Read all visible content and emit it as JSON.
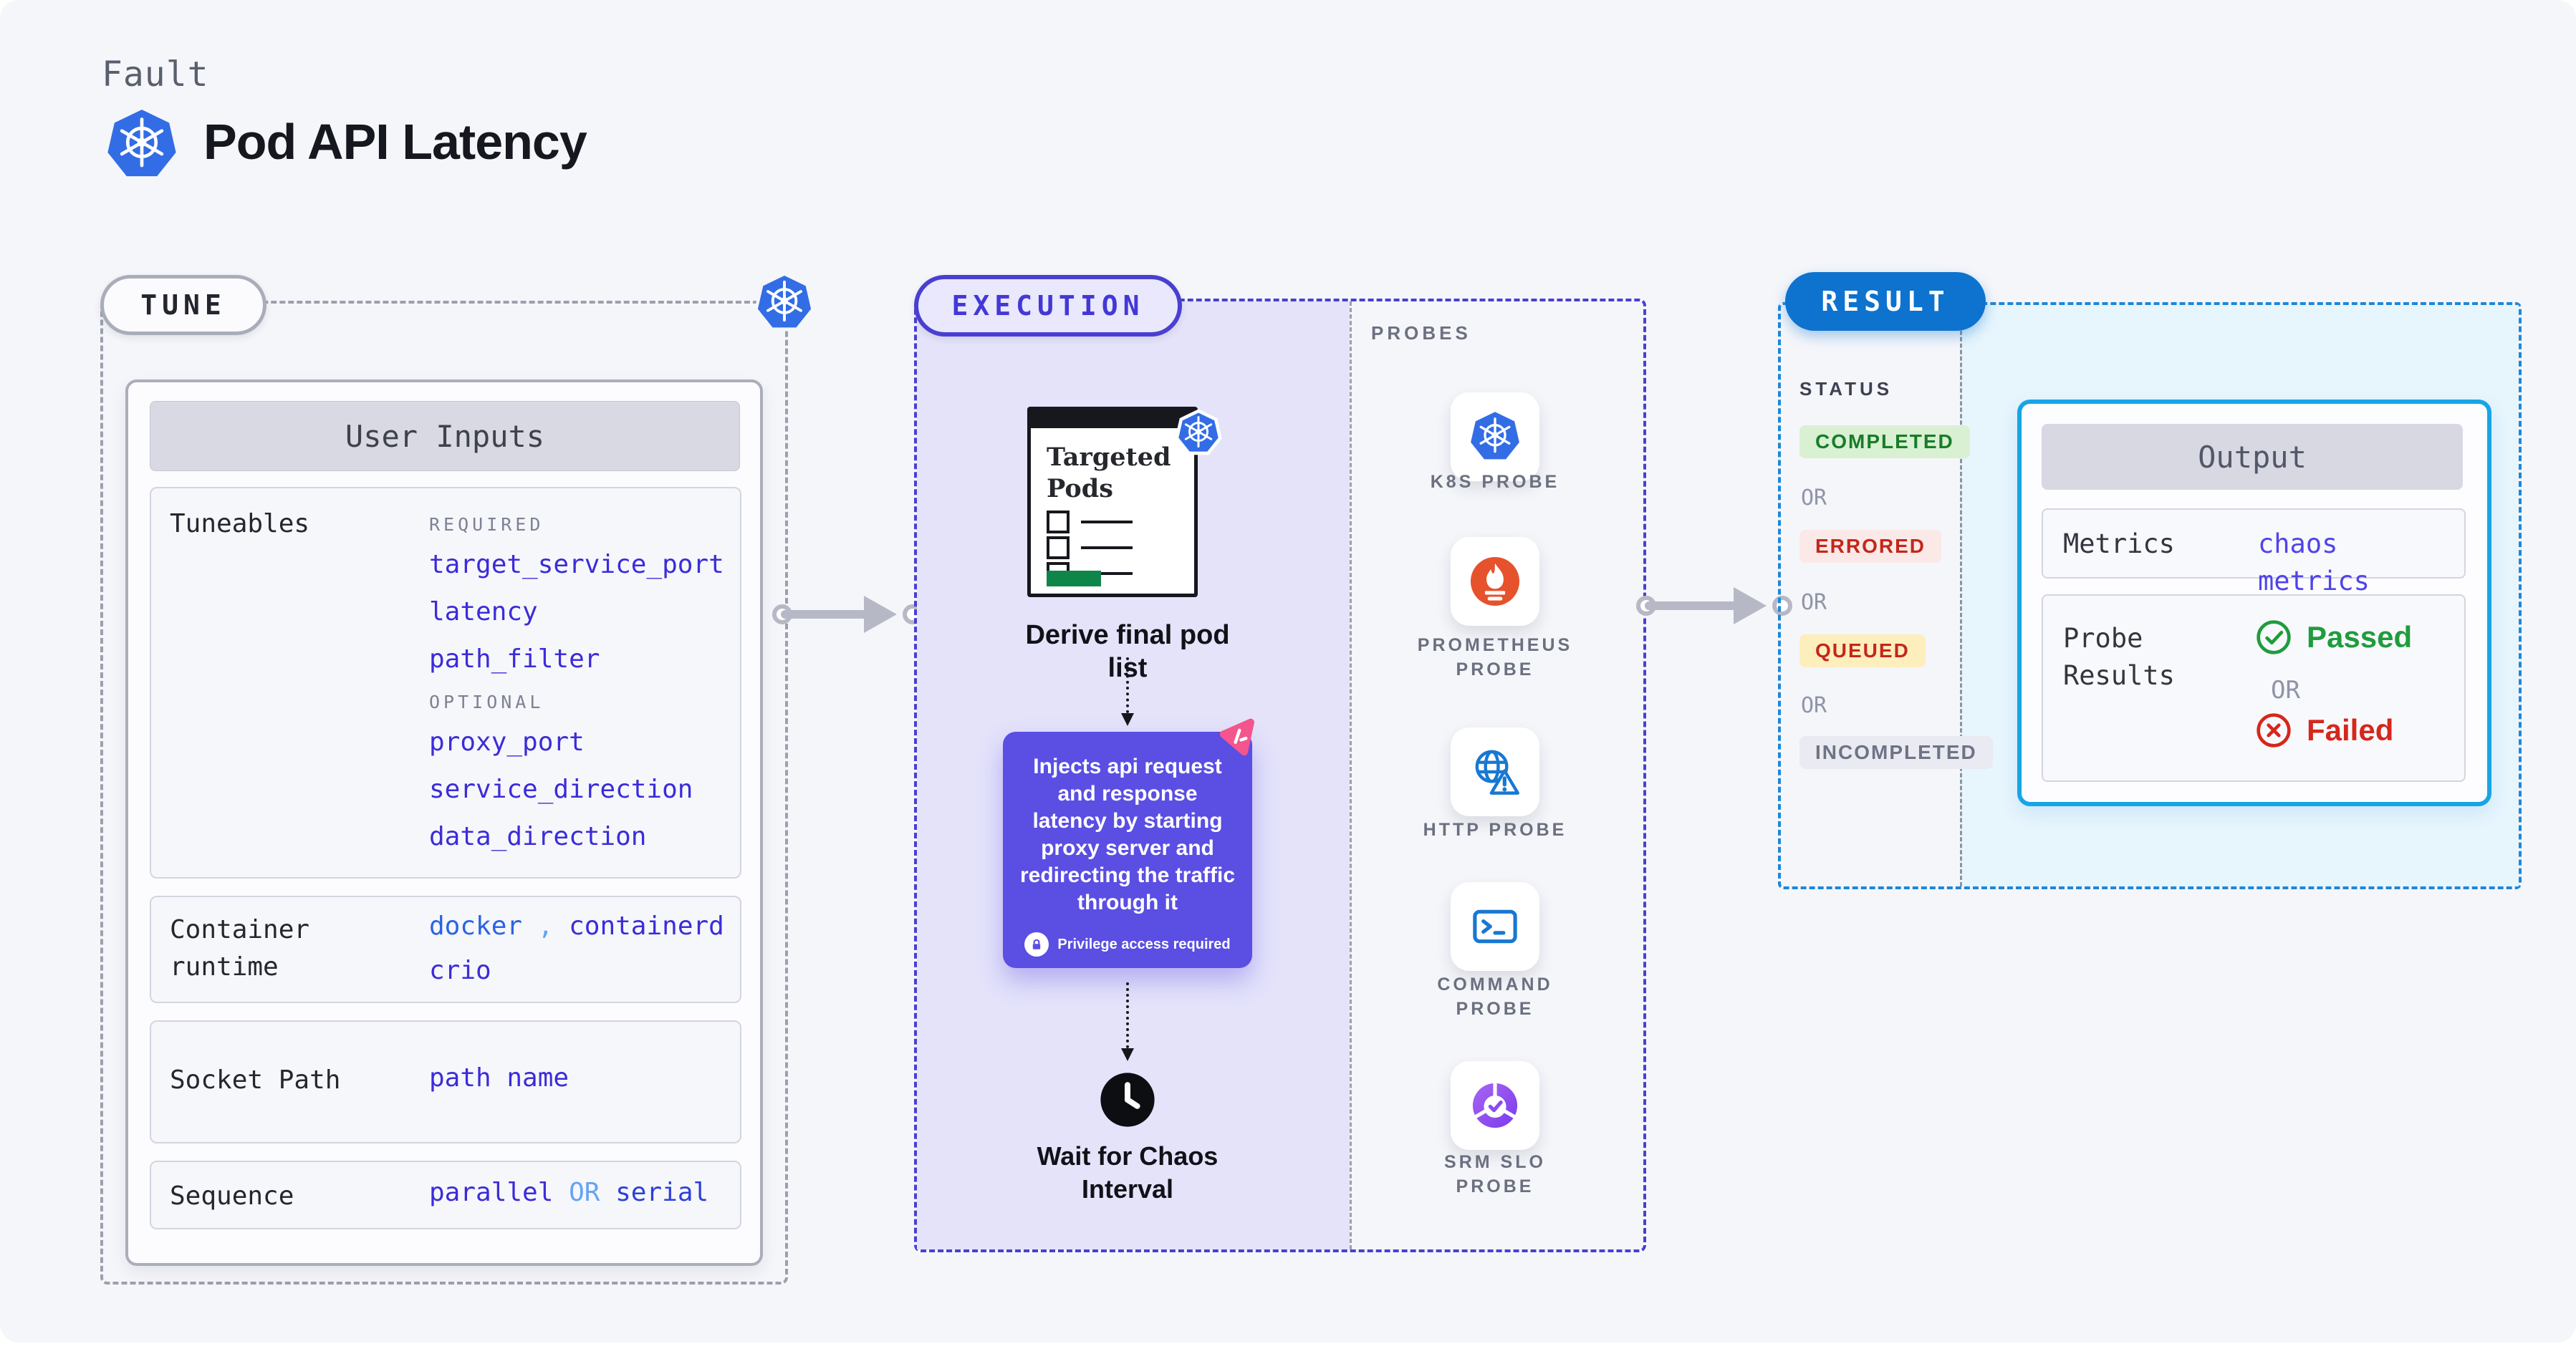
{
  "header": {
    "kicker": "Fault",
    "title": "Pod API Latency",
    "logo_icon": "kubernetes-icon"
  },
  "tune": {
    "badge": "TUNE",
    "corner_icon": "kubernetes-icon",
    "user_inputs": {
      "title": "User Inputs",
      "tuneables": {
        "label": "Tuneables",
        "required_label": "REQUIRED",
        "required": [
          "target_service_port",
          "latency",
          "path_filter"
        ],
        "optional_label": "OPTIONAL",
        "optional": [
          "proxy_port",
          "service_direction",
          "data_direction"
        ]
      },
      "container_runtime": {
        "label": "Container runtime",
        "value1": "docker",
        "separator": ",",
        "value2": "containerd",
        "value3": "crio"
      },
      "socket_path": {
        "label": "Socket Path",
        "value": "path name"
      },
      "sequence": {
        "label": "Sequence",
        "value1": "parallel",
        "or_label": "OR",
        "value2": "serial"
      }
    }
  },
  "execution": {
    "badge": "EXECUTION",
    "targeted_pods": {
      "title": "Targeted Pods",
      "badge_icon": "kubernetes-icon"
    },
    "derive_caption": "Derive final pod list",
    "inject_box": {
      "text": "Injects api request and response latency by starting proxy server and redirecting the traffic through it",
      "privilege_note": "Privilege access required",
      "lock_icon": "lock-icon",
      "corner_icon": "chaos-cursor-icon",
      "bg_color": "#5b4ee3"
    },
    "wait_icon": "clock-icon",
    "wait_caption": "Wait for Chaos Interval",
    "probes": {
      "label": "PROBES",
      "items": [
        {
          "name": "K8S PROBE",
          "icon": "kubernetes-icon"
        },
        {
          "name": "PROMETHEUS PROBE",
          "icon": "prometheus-icon"
        },
        {
          "name": "HTTP PROBE",
          "icon": "globe-warning-icon"
        },
        {
          "name": "COMMAND PROBE",
          "icon": "terminal-icon"
        },
        {
          "name": "SRM SLO PROBE",
          "icon": "slo-pie-icon"
        }
      ]
    }
  },
  "result": {
    "badge": "RESULT",
    "status": {
      "label": "STATUS",
      "or_label": "OR",
      "items": [
        {
          "label": "COMPLETED",
          "bg": "#d9f0d3",
          "color": "#187d28"
        },
        {
          "label": "ERRORED",
          "bg": "#fbe9e7",
          "color": "#c3271b"
        },
        {
          "label": "QUEUED",
          "bg": "#fdeebd",
          "color": "#c3271b"
        },
        {
          "label": "INCOMPLETED",
          "bg": "#eaebf2",
          "color": "#6e7386"
        }
      ]
    },
    "output": {
      "title": "Output",
      "metrics_label": "Metrics",
      "metrics_value": "chaos metrics",
      "probe_results_label": "Probe Results",
      "passed_label": "Passed",
      "or_label": "OR",
      "failed_label": "Failed",
      "passed_icon": "check-circle-icon",
      "failed_icon": "x-circle-icon"
    }
  },
  "colors": {
    "canvas_bg": "#f5f6fa",
    "indigo_value": "#3b2cd9",
    "docker_blue": "#2b63e4",
    "light_blue": "#66a3f2",
    "lavender": "#e4e3fa",
    "execution_indigo": "#4a3fd1",
    "inject_purple": "#5b4ee3",
    "chaos_pink": "#f4558c",
    "result_blue": "#0d73cf",
    "result_dash_blue": "#1d87d9",
    "output_cyan": "#17a5e7",
    "passed_green": "#1f9c3c",
    "failed_red": "#d6271b",
    "kubernetes_blue": "#326de6",
    "prometheus_orange": "#e6522c",
    "targeted_green": "#0e8649",
    "arrow_gray": "#b6b9c5"
  }
}
